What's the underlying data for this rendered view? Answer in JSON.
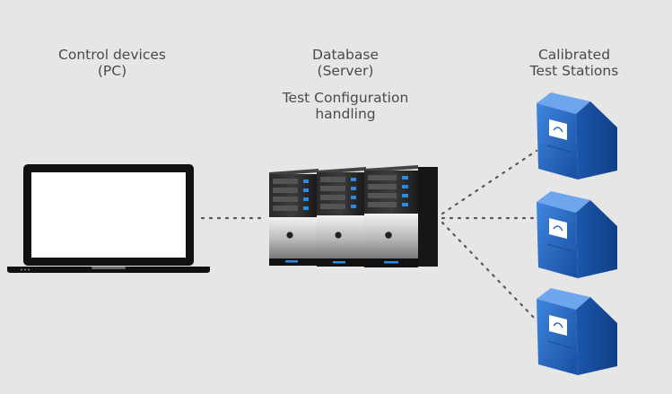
{
  "labels": {
    "control_devices": "Control devices\n(PC)",
    "database": "Database\n(Server)",
    "test_configuration": "Test Configuration\nhandling",
    "calibrated_stations": "Calibrated\nTest Stations"
  },
  "icons": {
    "pc": "laptop-icon",
    "server": "server-rack-icon",
    "station": "test-station-icon"
  },
  "colors": {
    "background": "#e6e6e6",
    "text": "#4a4a4a",
    "station_blue": "#1e5fb8",
    "server_dark": "#1f1f1f"
  }
}
